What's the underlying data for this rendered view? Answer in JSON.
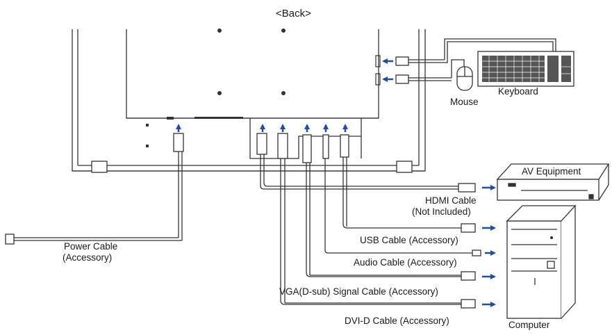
{
  "title": "<Back>",
  "devices": {
    "keyboard": "Keyboard",
    "mouse": "Mouse",
    "av_equipment": "AV Equipment",
    "computer": "Computer"
  },
  "cables": {
    "hdmi_line1": "HDMI Cable",
    "hdmi_line2": "(Not Included)",
    "usb": "USB Cable (Accessory)",
    "audio": "Audio Cable (Accessory)",
    "vga": "VGA(D-sub) Signal Cable (Accessory)",
    "dvi": "DVI-D Cable (Accessory)",
    "power_line1": "Power Cable",
    "power_line2": "(Accessory)"
  },
  "colors": {
    "arrow": "#1f4e9e",
    "line": "#333333"
  }
}
